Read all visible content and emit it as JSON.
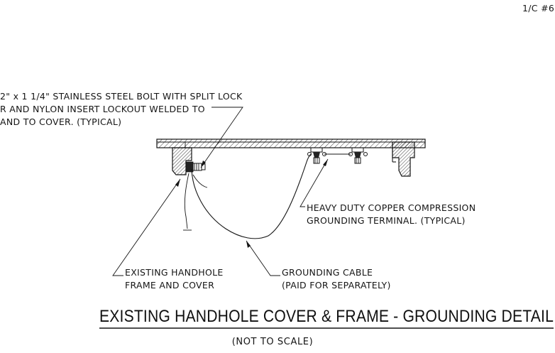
{
  "sheet": {
    "corner_label": "1/C #6"
  },
  "notes": {
    "bolt_note": [
      "2\" x 1 1/4\" STAINLESS STEEL BOLT WITH SPLIT LOCK",
      "R AND NYLON INSERT LOCKOUT WELDED TO",
      " AND TO COVER. (TYPICAL)"
    ],
    "terminal_note": [
      "HEAVY DUTY COPPER COMPRESSION",
      "GROUNDING TERMINAL. (TYPICAL)"
    ],
    "handhole_note": [
      "EXISTING HANDHOLE",
      "FRAME AND COVER"
    ],
    "cable_note": [
      "GROUNDING CABLE",
      "(PAID FOR SEPARATELY)"
    ]
  },
  "title": {
    "main": "EXISTING HANDHOLE COVER & FRAME - GROUNDING DETAIL",
    "scale": "(NOT TO SCALE)"
  }
}
